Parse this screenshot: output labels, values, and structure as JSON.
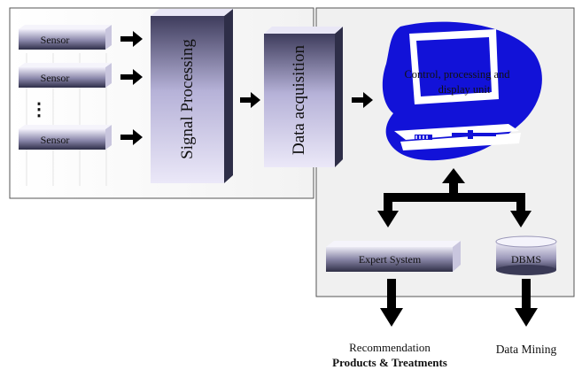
{
  "sensors": [
    "Sensor",
    "Sensor",
    "Sensor"
  ],
  "sensor_ellipsis": "⋮",
  "signal_processing": "Signal Processing",
  "data_acquisition": "Data acquisition",
  "control_unit": {
    "line1": "Control, processing and",
    "line2": "display unit"
  },
  "expert_system": "Expert System",
  "dbms": "DBMS",
  "outputs": {
    "recommendation_line1": "Recommendation",
    "recommendation_line2": "Products & Treatments",
    "data_mining": "Data Mining"
  },
  "colors": {
    "box_border": "#555555",
    "panel_bg": "#f0f0f0",
    "block_light": "#e3e0f3",
    "block_dark": "#3a3a56",
    "computer_blue": "#1212d8",
    "arrow": "#000000"
  }
}
